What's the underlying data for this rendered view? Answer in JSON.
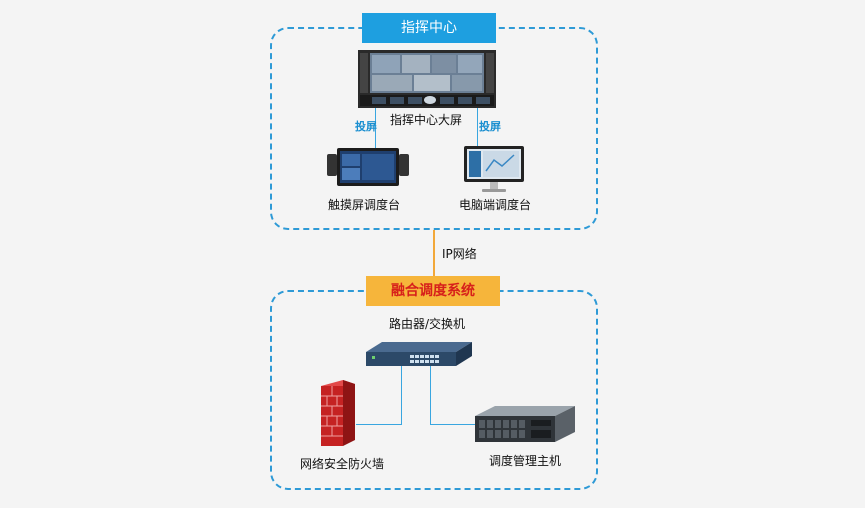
{
  "command_center": {
    "title": "指挥中心"
  },
  "big_screen": {
    "label": "指挥中心大屏"
  },
  "cast_left": "投屏",
  "cast_right": "投屏",
  "touch_console": {
    "label": "触摸屏调度台"
  },
  "pc_console": {
    "label": "电脑端调度台"
  },
  "network": {
    "label": "IP网络"
  },
  "fusion": {
    "title": "融合调度系统"
  },
  "router": {
    "label": "路由器/交换机"
  },
  "firewall": {
    "label": "网络安全防火墙"
  },
  "server": {
    "label": "调度管理主机"
  },
  "colors": {
    "accent_blue": "#1e9fe0",
    "accent_orange": "#f6b53b",
    "title_red": "#d7201b",
    "dash_blue": "#2e9ad6"
  }
}
